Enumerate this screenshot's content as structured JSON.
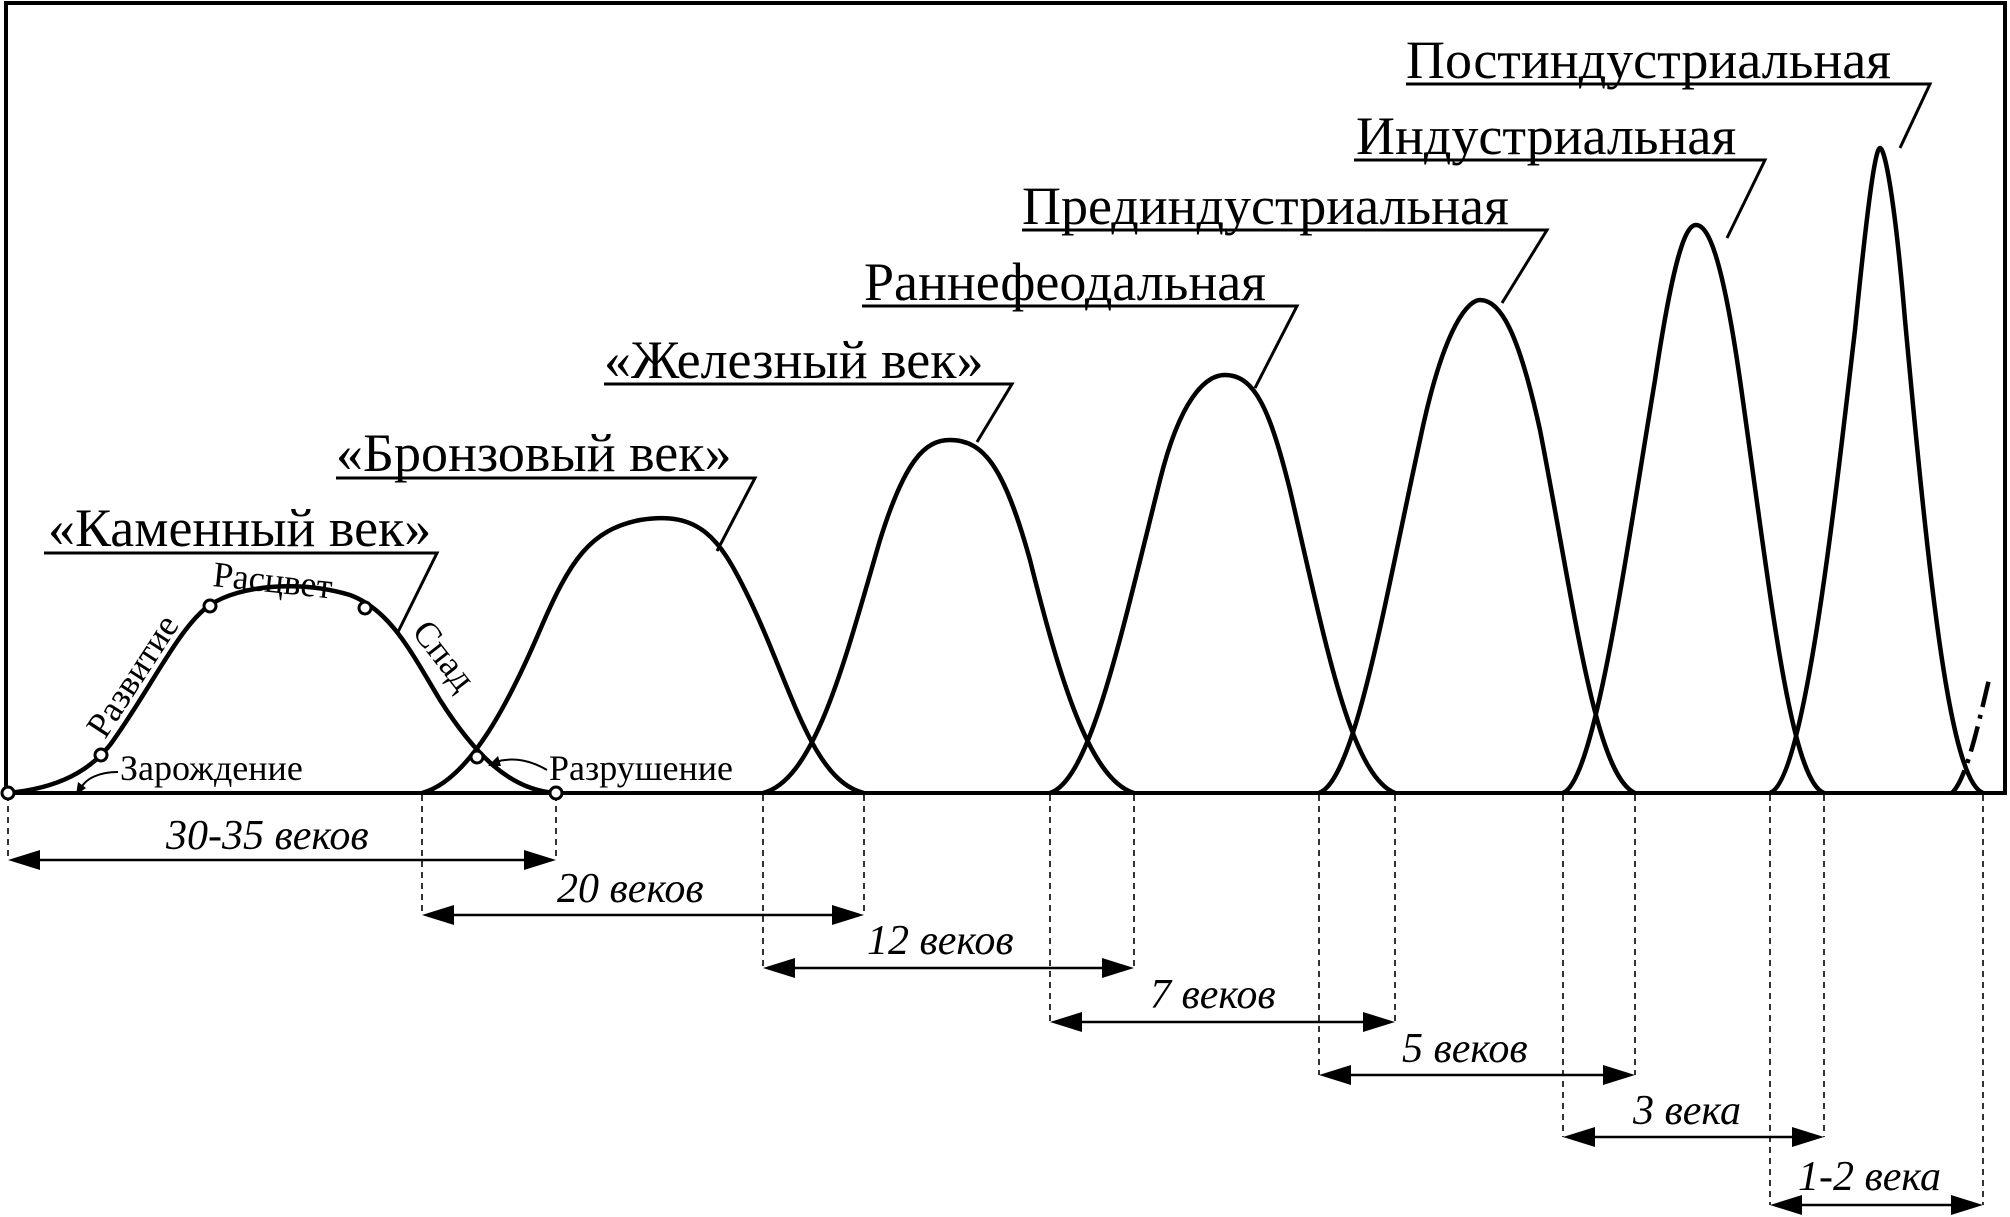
{
  "eras": [
    {
      "name": "«Каменный век»"
    },
    {
      "name": "«Бронзовый век»"
    },
    {
      "name": "«Железный век»"
    },
    {
      "name": "Раннефеодальная"
    },
    {
      "name": "Прединдустриальная"
    },
    {
      "name": "Индустриальная"
    },
    {
      "name": "Постиндустриальная"
    }
  ],
  "phases": {
    "origin": "Зарождение",
    "development": "Развитие",
    "flourishing": "Расцвет",
    "decline": "Спад",
    "destruction": "Разрушение"
  },
  "durations": [
    {
      "label": "30-35 веков"
    },
    {
      "label": "20 веков"
    },
    {
      "label": "12 веков"
    },
    {
      "label": "7 веков"
    },
    {
      "label": "5 веков"
    },
    {
      "label": "3 века"
    },
    {
      "label": "1-2 века"
    }
  ]
}
